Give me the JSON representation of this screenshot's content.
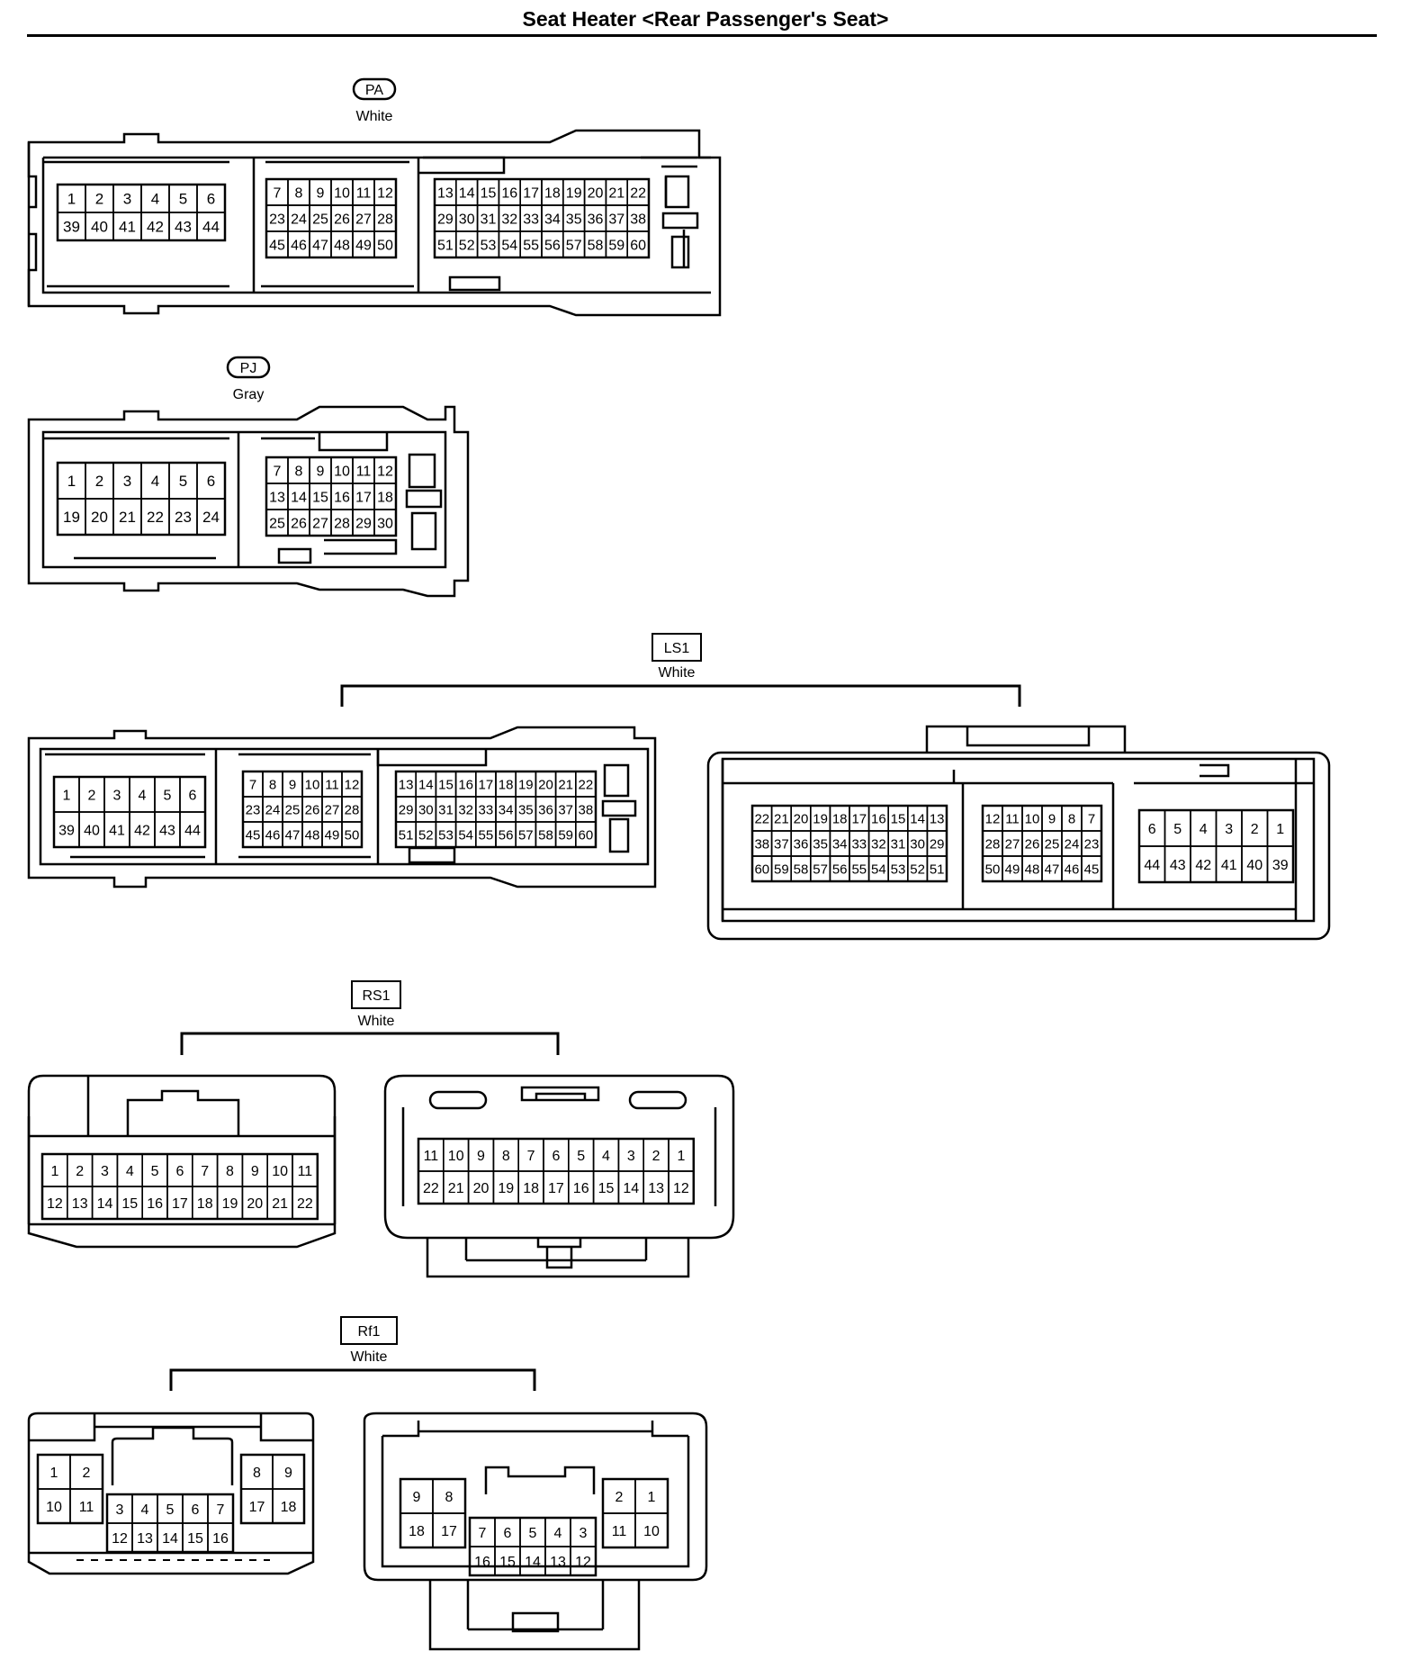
{
  "title": "Seat Heater <Rear Passenger's Seat>",
  "connectors": [
    {
      "id": "PA",
      "color": "White",
      "blocks": [
        {
          "rows": [
            [
              "1",
              "2",
              "3",
              "4",
              "5",
              "6"
            ],
            [
              "39",
              "40",
              "41",
              "42",
              "43",
              "44"
            ]
          ]
        },
        {
          "rows": [
            [
              "7",
              "8",
              "9",
              "10",
              "11",
              "12"
            ],
            [
              "23",
              "24",
              "25",
              "26",
              "27",
              "28"
            ],
            [
              "45",
              "46",
              "47",
              "48",
              "49",
              "50"
            ]
          ]
        },
        {
          "rows": [
            [
              "13",
              "14",
              "15",
              "16",
              "17",
              "18",
              "19",
              "20",
              "21",
              "22"
            ],
            [
              "29",
              "30",
              "31",
              "32",
              "33",
              "34",
              "35",
              "36",
              "37",
              "38"
            ],
            [
              "51",
              "52",
              "53",
              "54",
              "55",
              "56",
              "57",
              "58",
              "59",
              "60"
            ]
          ]
        }
      ]
    },
    {
      "id": "PJ",
      "color": "Gray",
      "blocks": [
        {
          "rows": [
            [
              "1",
              "2",
              "3",
              "4",
              "5",
              "6"
            ],
            [
              "19",
              "20",
              "21",
              "22",
              "23",
              "24"
            ]
          ]
        },
        {
          "rows": [
            [
              "7",
              "8",
              "9",
              "10",
              "11",
              "12"
            ],
            [
              "13",
              "14",
              "15",
              "16",
              "17",
              "18"
            ],
            [
              "25",
              "26",
              "27",
              "28",
              "29",
              "30"
            ]
          ]
        }
      ]
    },
    {
      "id": "LS1",
      "color": "White",
      "left_blocks": [
        {
          "rows": [
            [
              "1",
              "2",
              "3",
              "4",
              "5",
              "6"
            ],
            [
              "39",
              "40",
              "41",
              "42",
              "43",
              "44"
            ]
          ]
        },
        {
          "rows": [
            [
              "7",
              "8",
              "9",
              "10",
              "11",
              "12"
            ],
            [
              "23",
              "24",
              "25",
              "26",
              "27",
              "28"
            ],
            [
              "45",
              "46",
              "47",
              "48",
              "49",
              "50"
            ]
          ]
        },
        {
          "rows": [
            [
              "13",
              "14",
              "15",
              "16",
              "17",
              "18",
              "19",
              "20",
              "21",
              "22"
            ],
            [
              "29",
              "30",
              "31",
              "32",
              "33",
              "34",
              "35",
              "36",
              "37",
              "38"
            ],
            [
              "51",
              "52",
              "53",
              "54",
              "55",
              "56",
              "57",
              "58",
              "59",
              "60"
            ]
          ]
        }
      ],
      "right_blocks": [
        {
          "rows": [
            [
              "22",
              "21",
              "20",
              "19",
              "18",
              "17",
              "16",
              "15",
              "14",
              "13"
            ],
            [
              "38",
              "37",
              "36",
              "35",
              "34",
              "33",
              "32",
              "31",
              "30",
              "29"
            ],
            [
              "60",
              "59",
              "58",
              "57",
              "56",
              "55",
              "54",
              "53",
              "52",
              "51"
            ]
          ]
        },
        {
          "rows": [
            [
              "12",
              "11",
              "10",
              "9",
              "8",
              "7"
            ],
            [
              "28",
              "27",
              "26",
              "25",
              "24",
              "23"
            ],
            [
              "50",
              "49",
              "48",
              "47",
              "46",
              "45"
            ]
          ]
        },
        {
          "rows": [
            [
              "6",
              "5",
              "4",
              "3",
              "2",
              "1"
            ],
            [
              "44",
              "43",
              "42",
              "41",
              "40",
              "39"
            ]
          ]
        }
      ]
    },
    {
      "id": "RS1",
      "color": "White",
      "left_rows": [
        [
          "1",
          "2",
          "3",
          "4",
          "5",
          "6",
          "7",
          "8",
          "9",
          "10",
          "11"
        ],
        [
          "12",
          "13",
          "14",
          "15",
          "16",
          "17",
          "18",
          "19",
          "20",
          "21",
          "22"
        ]
      ],
      "right_rows": [
        [
          "11",
          "10",
          "9",
          "8",
          "7",
          "6",
          "5",
          "4",
          "3",
          "2",
          "1"
        ],
        [
          "22",
          "21",
          "20",
          "19",
          "18",
          "17",
          "16",
          "15",
          "14",
          "13",
          "12"
        ]
      ]
    },
    {
      "id": "Rf1",
      "color": "White",
      "left": {
        "a": [
          [
            "1",
            "2"
          ],
          [
            "10",
            "11"
          ]
        ],
        "b": [
          [
            "3",
            "4",
            "5",
            "6",
            "7"
          ],
          [
            "12",
            "13",
            "14",
            "15",
            "16"
          ]
        ],
        "c": [
          [
            "8",
            "9"
          ],
          [
            "17",
            "18"
          ]
        ]
      },
      "right": {
        "a": [
          [
            "9",
            "8"
          ],
          [
            "18",
            "17"
          ]
        ],
        "b": [
          [
            "7",
            "6",
            "5",
            "4",
            "3"
          ],
          [
            "16",
            "15",
            "14",
            "13",
            "12"
          ]
        ],
        "c": [
          [
            "2",
            "1"
          ],
          [
            "11",
            "10"
          ]
        ]
      }
    }
  ]
}
